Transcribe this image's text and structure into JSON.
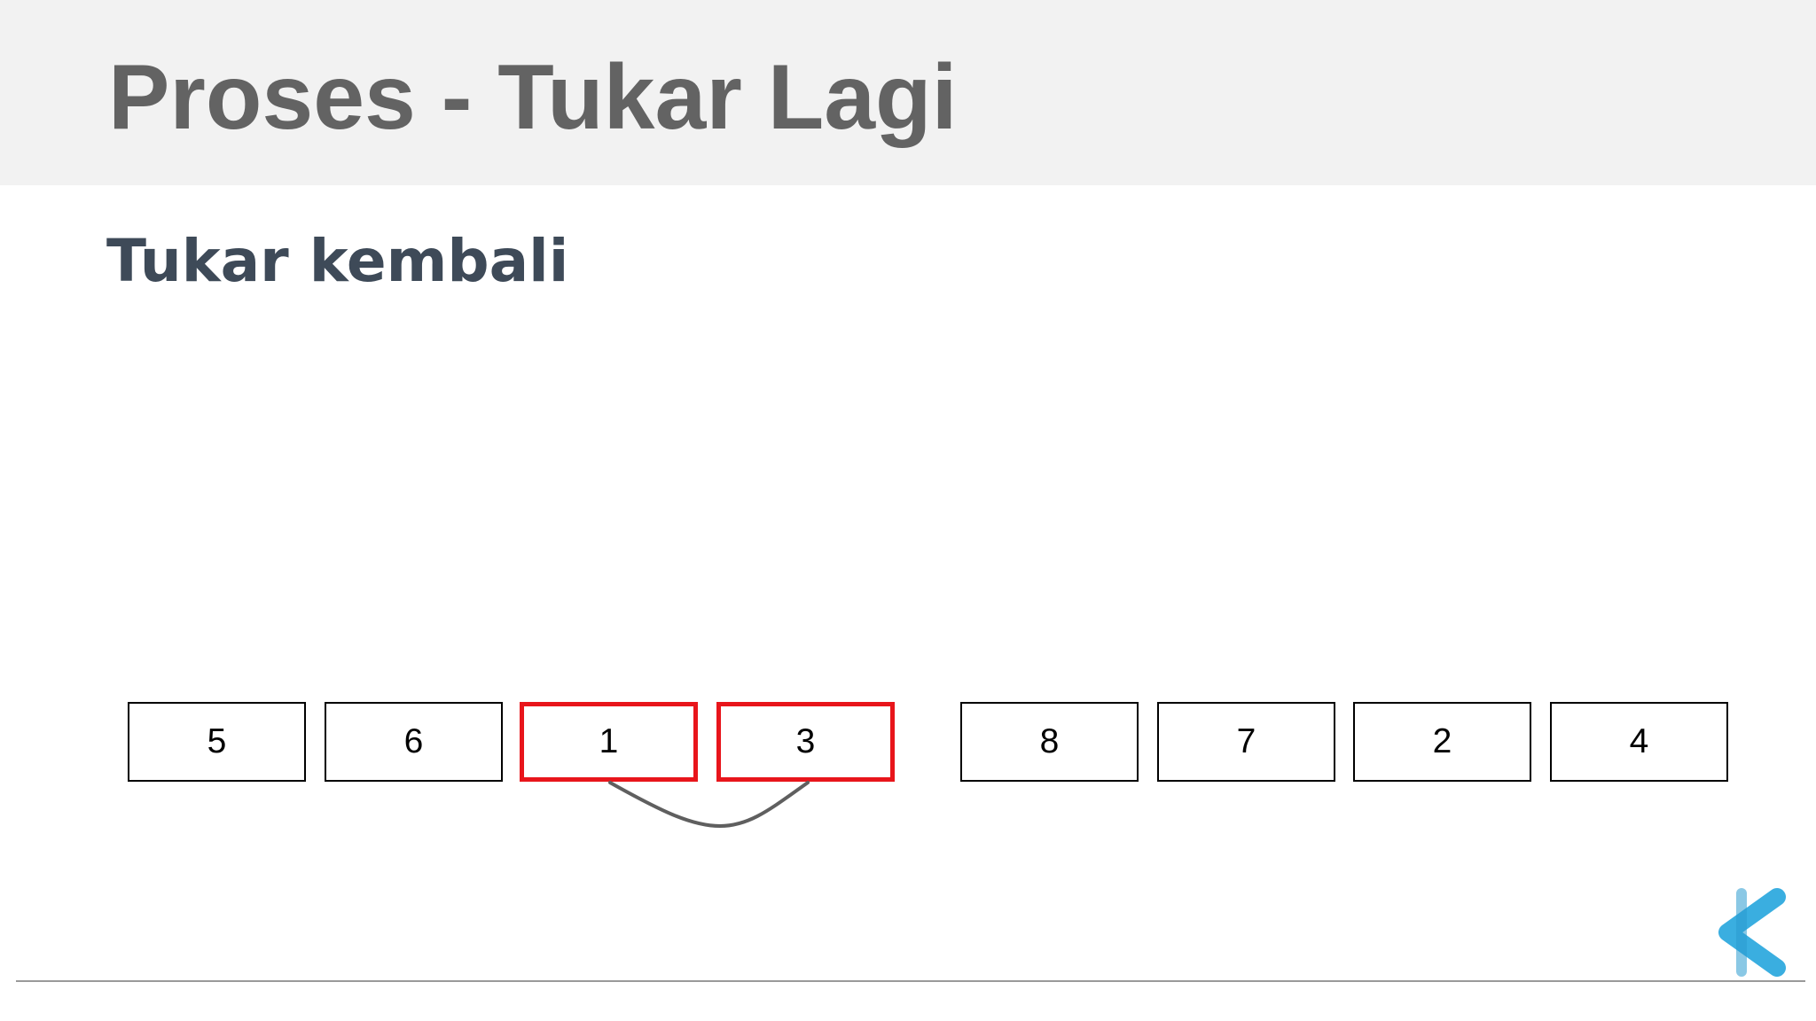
{
  "slide": {
    "title": "Proses - Tukar Lagi",
    "subtitle": "Tukar kembali"
  },
  "array": {
    "items": [
      "5",
      "6",
      "1",
      "3",
      "8",
      "7",
      "2",
      "4"
    ],
    "highlighted_indices": [
      2,
      3
    ],
    "highlight_color": "#e8151b",
    "swap_connector": {
      "from_index": 2,
      "to_index": 3
    }
  },
  "colors": {
    "header_background": "#f2f2f2",
    "title": "#636363",
    "subtitle": "#3e4a58",
    "logo": "#3aaee0"
  },
  "logo": {
    "icon": "chevron-left-logo-icon"
  }
}
